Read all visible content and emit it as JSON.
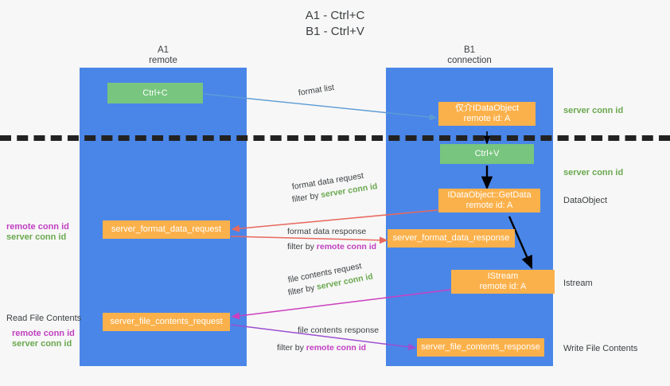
{
  "title": {
    "line1": "A1 - Ctrl+C",
    "line2": "B1 - Ctrl+V"
  },
  "lanes": [
    {
      "name": "A1",
      "sub": "remote"
    },
    {
      "name": "B1",
      "sub": "connection"
    }
  ],
  "nodes": {
    "ctrl_c": {
      "label": "Ctrl+C",
      "color": "#77c57f"
    },
    "idataobject_top": {
      "line1": "仅介IDataObject",
      "line2": "remote id: A",
      "color": "#fbb14b"
    },
    "ctrl_v": {
      "label": "Ctrl+V",
      "color": "#77c57f"
    },
    "getdata": {
      "line1": "IDataObject::GetData",
      "line2": "remote id: A",
      "color": "#fbb14b"
    },
    "format_data_request": {
      "label": "server_format_data_request",
      "color": "#fbb14b"
    },
    "format_data_response": {
      "label": "server_format_data_response",
      "color": "#fbb14b"
    },
    "istream": {
      "line1": "IStream",
      "line2": "remote id: A",
      "color": "#fbb14b"
    },
    "file_contents_request": {
      "label": "server_file_contents_request",
      "color": "#fbb14b"
    },
    "file_contents_response": {
      "label": "server_file_contents_response",
      "color": "#fbb14b"
    }
  },
  "edges": {
    "format_list": "format list",
    "format_data_request_l1": "format data request",
    "format_data_request_filter_pre": "filter by ",
    "format_data_request_filter_key": "server conn id",
    "format_data_response_l1": "format data response",
    "format_data_response_filter_pre": "filter by ",
    "format_data_response_filter_key": "remote conn id",
    "file_contents_request_l1": "file contents request",
    "file_contents_request_filter_pre": "filter by ",
    "file_contents_request_filter_key": "server conn id",
    "file_contents_response_l1": "file contents response",
    "file_contents_response_filter_pre": "filter by ",
    "file_contents_response_filter_key": "remote conn id"
  },
  "annotations": {
    "right_server_conn_1": "server conn id",
    "right_server_conn_2": "server conn id",
    "right_dataobject": "DataObject",
    "right_istream": "Istream",
    "right_write_file": "Write File Contents",
    "left_remote_conn_1": "remote conn id",
    "left_server_conn_1": "server conn id",
    "left_read_file": "Read File Contents",
    "left_remote_conn_2": "remote conn id",
    "left_server_conn_2": "server conn id"
  },
  "colors": {
    "lane": "#4a86e8",
    "green_node": "#77c57f",
    "orange_node": "#fbb14b",
    "green_text": "#6aa84f",
    "pink_text": "#c13fc1",
    "arrow_blue": "#5b9bd5",
    "arrow_red": "#e8685d",
    "arrow_magenta": "#cc3fbf",
    "arrow_purple": "#9b4fd1",
    "arrow_black": "#000000",
    "divider": "#222222",
    "background": "#f7f7f7"
  }
}
